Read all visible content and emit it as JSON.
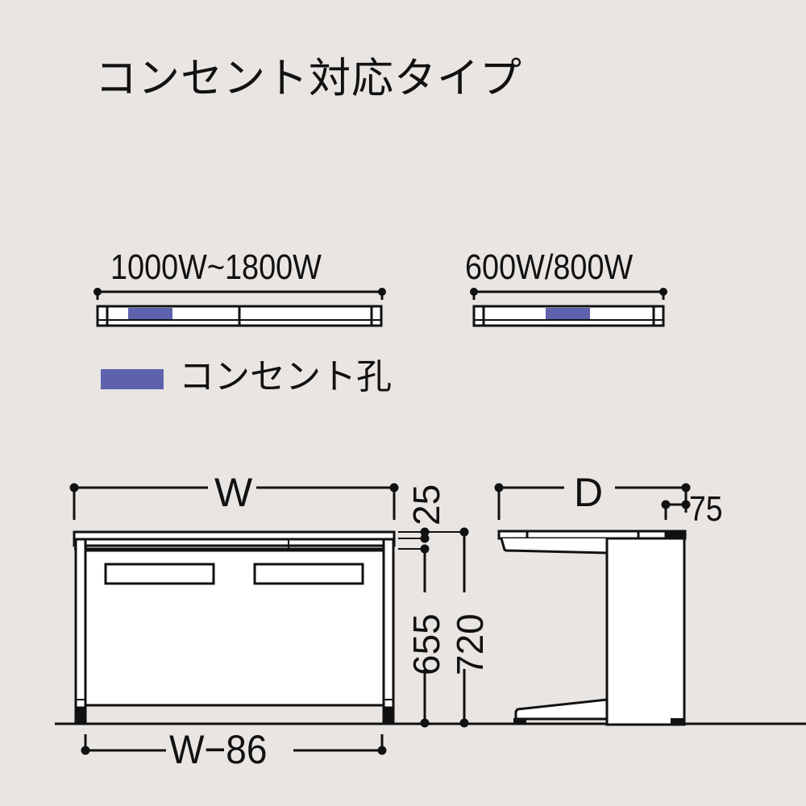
{
  "title": "コンセント対応タイプ",
  "top_views": [
    {
      "label": "1000W~1800W",
      "outlet_position": "left"
    },
    {
      "label": "600W/800W",
      "outlet_position": "center"
    }
  ],
  "legend": {
    "swatch_color": "#5e62ad",
    "label": "コンセント孔"
  },
  "front_view": {
    "width_label": "W",
    "inner_width_label": "W−86",
    "top_thickness": "25",
    "panel_height": "655",
    "total_height": "720"
  },
  "side_view": {
    "depth_label": "D",
    "offset_label": "75"
  },
  "colors": {
    "background": "#e9e5e2",
    "line": "#111111",
    "fill": "#ffffff",
    "outlet": "#5e62ad"
  }
}
